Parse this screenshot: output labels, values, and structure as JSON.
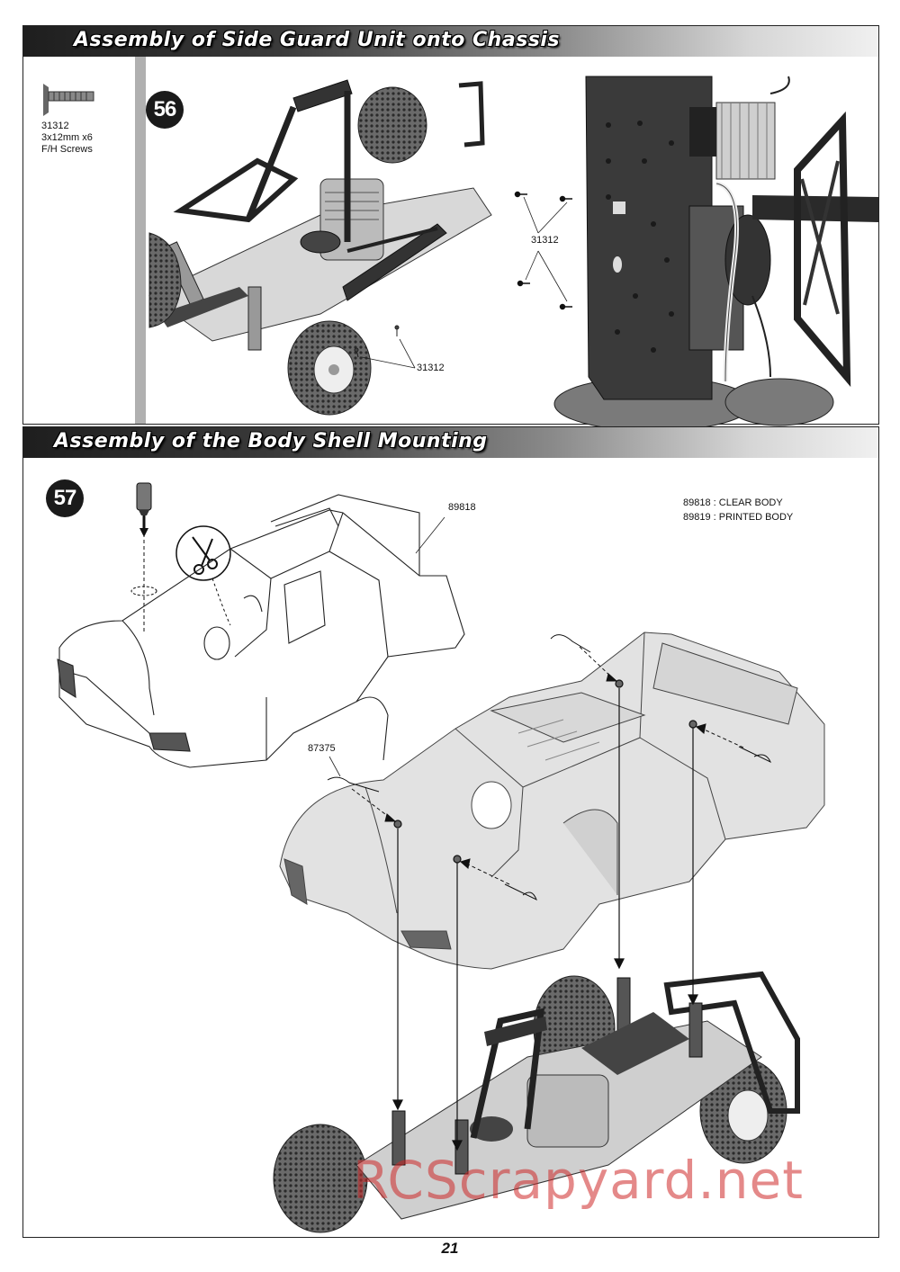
{
  "step56": {
    "title": "Assembly of Side Guard Unit onto Chassis",
    "step_number": "56",
    "part_number": "31312",
    "part_desc_line1": "3x12mm x6",
    "part_desc_line2": "F/H Screws",
    "label_left": "31312",
    "label_right": "31312"
  },
  "step57": {
    "title": "Assembly of the Body Shell Mounting",
    "step_number": "57",
    "label_body": "89818",
    "legend_line1": "89818 : CLEAR BODY",
    "legend_line2": "89819 : PRINTED BODY",
    "label_clip": "87375"
  },
  "page_number": "21",
  "watermark": "RCScrapyard.net"
}
